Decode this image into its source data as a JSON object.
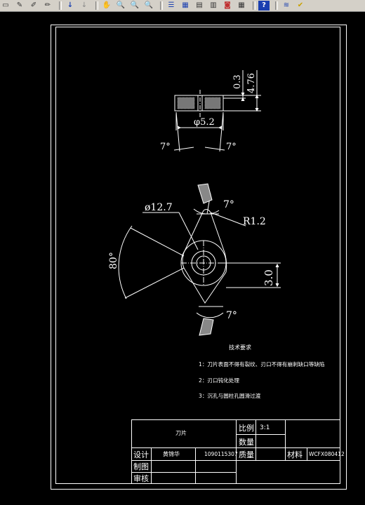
{
  "toolbar": {
    "icons": [
      "new-icon",
      "open-icon",
      "pen-icon",
      "pencil-icon",
      "undo-icon",
      "redo-icon",
      "pan-icon",
      "zoom-realtime-icon",
      "zoom-window-icon",
      "zoom-previous-icon",
      "properties-icon",
      "design-center-icon",
      "tool-palette-icon",
      "sheet-set-icon",
      "markup-icon",
      "calculator-icon",
      "help-icon",
      "layers-icon",
      "bulb-icon"
    ]
  },
  "drawing": {
    "dims": {
      "top_thickness": "0.3",
      "top_height": "4.76",
      "bore_dia": "φ5.2",
      "angle_left_top": "7°",
      "angle_right_top": "7°",
      "outer_dia": "ø12.7",
      "angle_top": "7°",
      "radius": "R1.2",
      "angle_80": "80°",
      "width_3": "3.0",
      "angle_bottom": "7°"
    },
    "requirements": {
      "title": "技术要求",
      "items": [
        "1：刀片表面不得有裂纹、刃口不得有崩刺缺口等缺陷",
        "2：刃口钝化处理",
        "3：沉孔与圆柱孔圆滑过渡"
      ]
    },
    "title_block": {
      "part_name": "刀片",
      "scale_label": "比例",
      "scale_value": "3:1",
      "quantity_label": "数量",
      "weight_label": "质量",
      "material_label": "材料",
      "drawing_no": "WCFX080412",
      "design_label": "设计",
      "designer": "黄锦华",
      "student_no": "1090115307",
      "draw_label": "制图",
      "review_label": "审核"
    }
  }
}
